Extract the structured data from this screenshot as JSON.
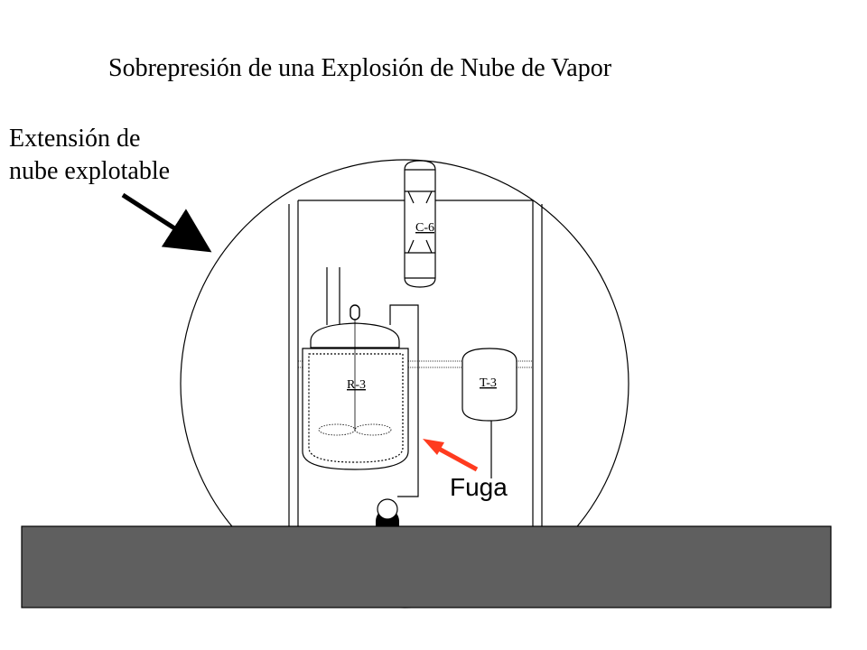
{
  "title": "Sobrepresión de una Explosión de Nube de Vapor",
  "cloud_label": {
    "line1": "Extensión de",
    "line2": "nube explotable"
  },
  "leak_label": "Fuga",
  "equipment": {
    "column": "C-6",
    "reactor": "R-3",
    "tank": "T-3"
  },
  "colors": {
    "background": "#ffffff",
    "line": "#000000",
    "ground": "#5f5f5f",
    "leak_arrow": "#ff3b1f"
  }
}
